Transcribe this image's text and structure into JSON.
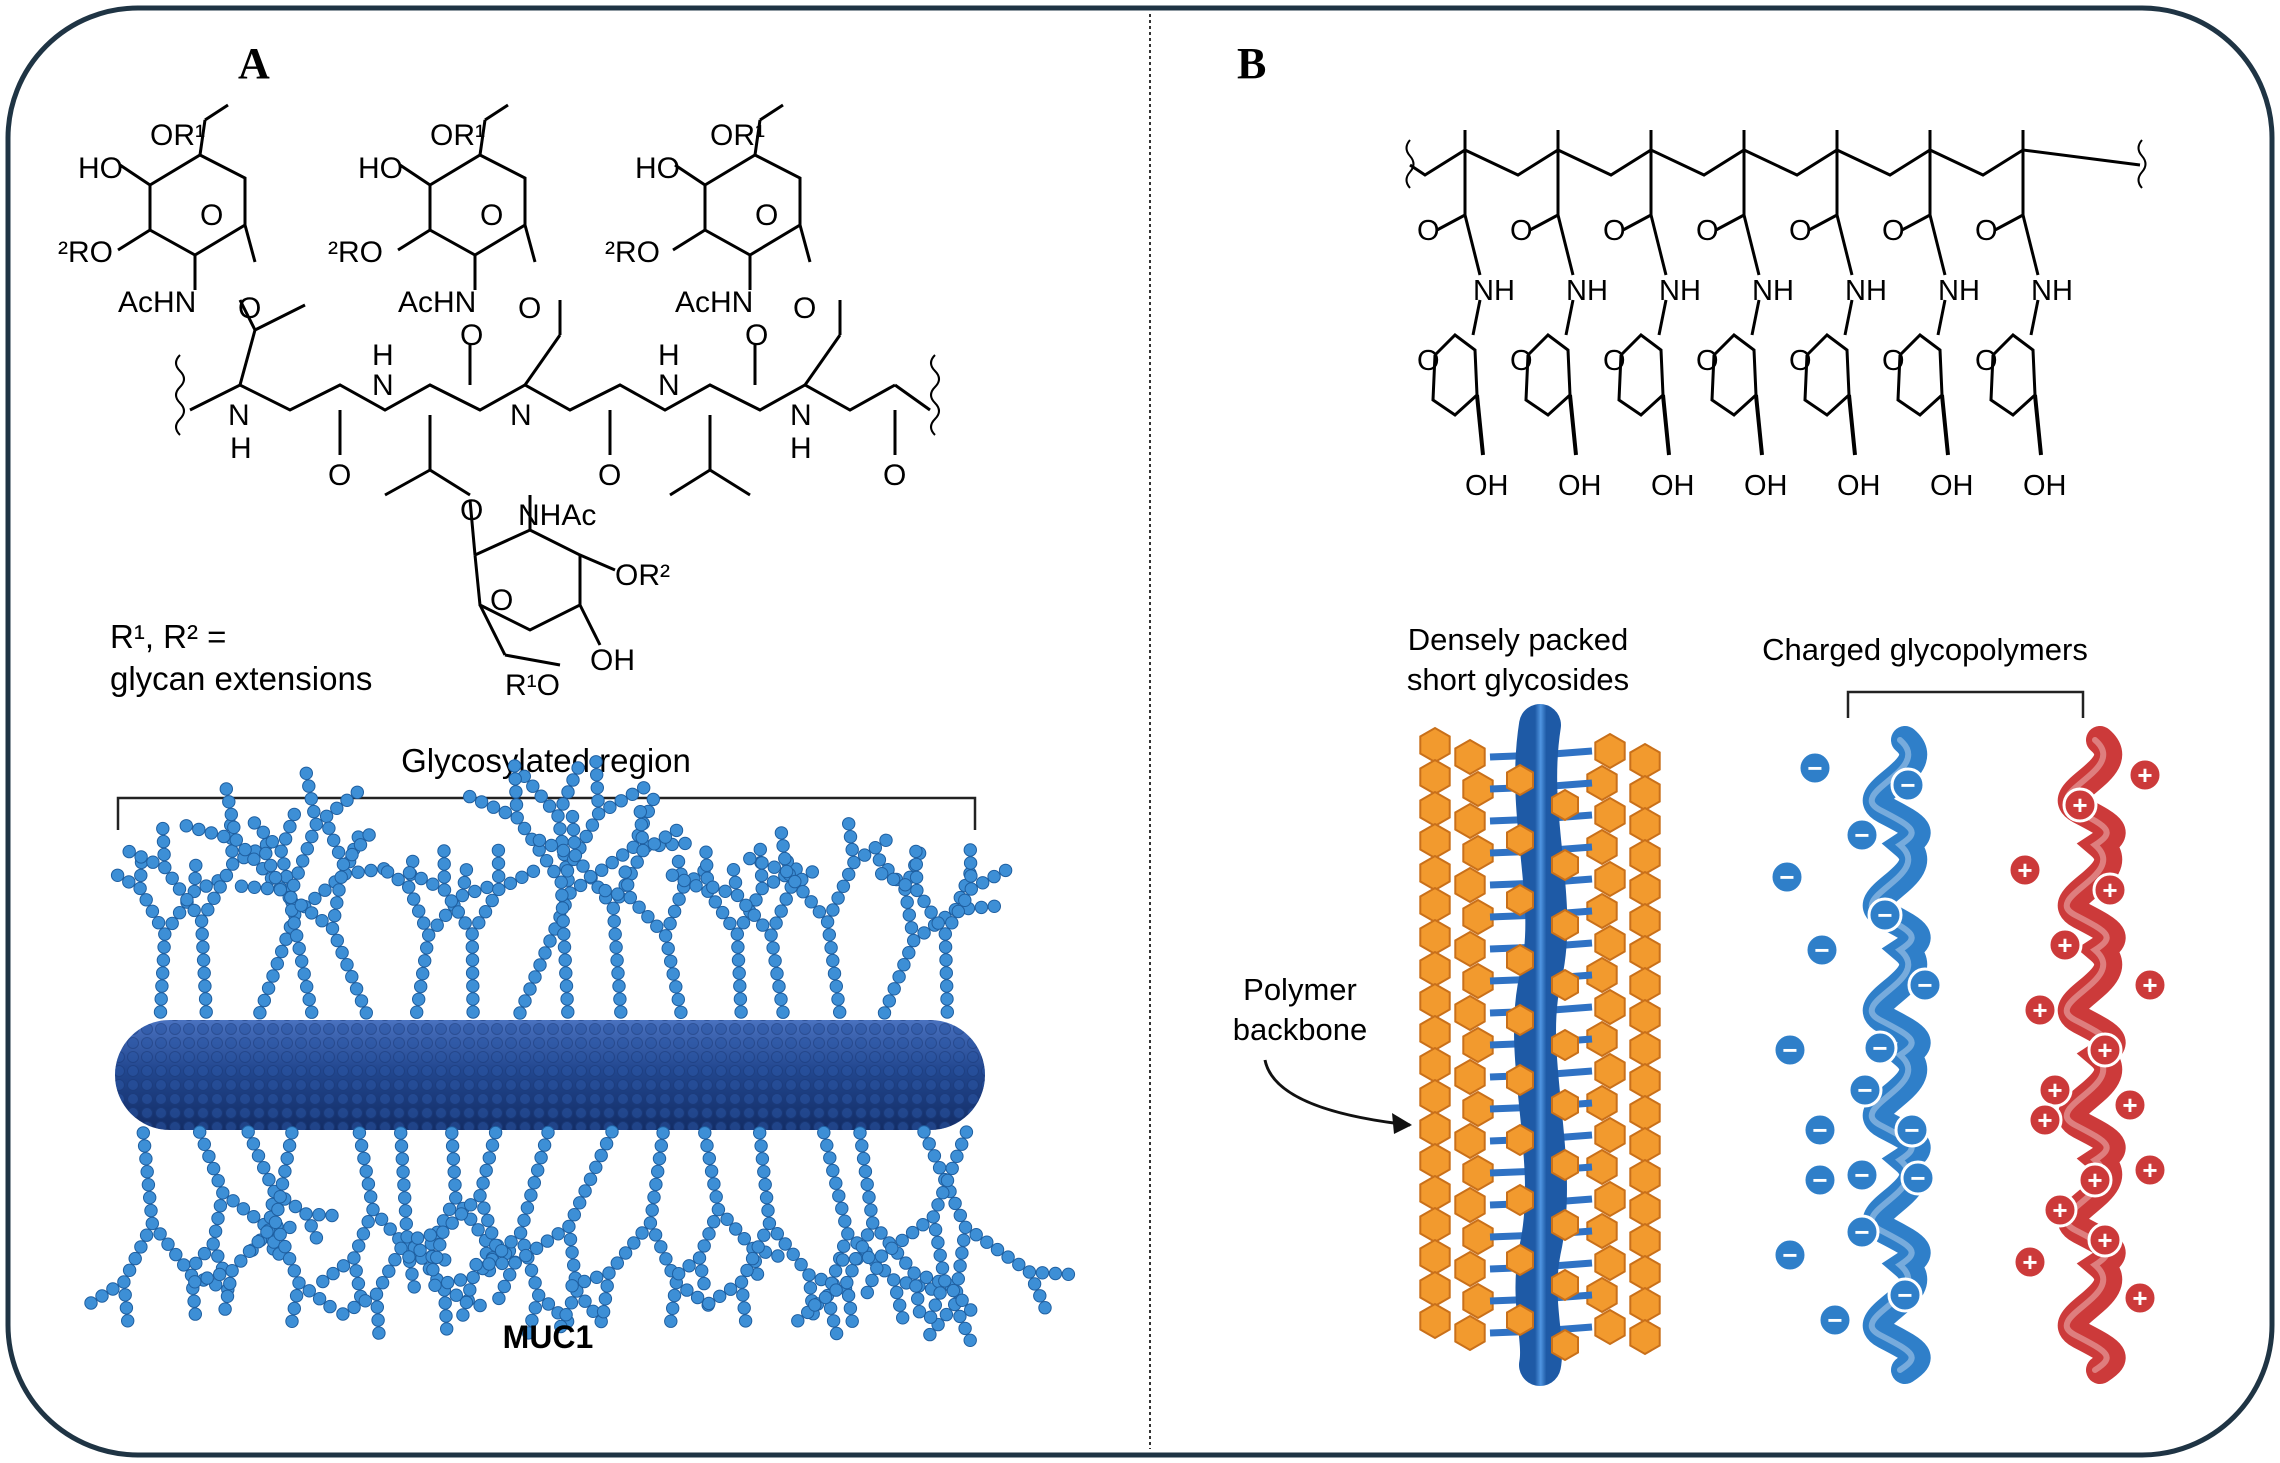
{
  "panel_a": {
    "letter": "A",
    "r_legend_line1": "R¹, R² =",
    "r_legend_line2": "glycan extensions",
    "region_label": "Glycosylated region",
    "mucin_label": "MUC1",
    "chem": {
      "or1": "OR¹",
      "ho": "HO",
      "r2o": "²RO",
      "achn": "AcHN",
      "nhac": "NHAc",
      "or2": "OR²",
      "oh": "OH",
      "r1o": "R¹O",
      "o": "O",
      "h": "H",
      "n": "N"
    }
  },
  "panel_b": {
    "letter": "B",
    "dense_label_line1": "Densely packed",
    "dense_label_line2": "short glycosides",
    "charged_label": "Charged glycopolymers",
    "backbone_label_line1": "Polymer",
    "backbone_label_line2": "backbone",
    "chem": {
      "o": "O",
      "nh": "NH",
      "oh": "OH"
    },
    "minus": "−",
    "plus": "+"
  },
  "colors": {
    "frame": "#1f3444",
    "mucin_core": "#22478f",
    "mucin_beads": "#3d8fd6",
    "glycoside_orange": "#f29a2e",
    "backbone_blue": "#2f72c4",
    "negative_blue": "#2f7fc9",
    "positive_red": "#cc3a3a"
  }
}
